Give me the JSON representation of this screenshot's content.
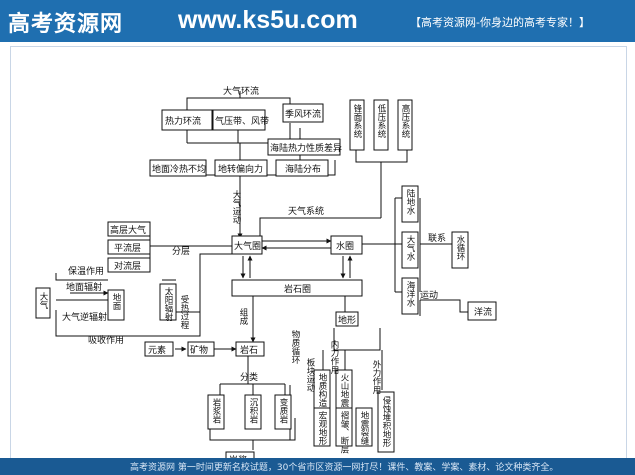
{
  "banner": {
    "logo_text": "高考资源网",
    "url": "www.ks5u.com",
    "slogan": "【高考资源网-你身边的高考专家！】"
  },
  "footer": {
    "text": "高考资源网  第一时间更新名校试题，30个省市区资源一网打尽！课件、教案、学案、素材、论文种类齐全。"
  },
  "colors": {
    "banner": "#1f6fb0",
    "footer": "#1a5a93",
    "line": "#111111"
  },
  "diagram": {
    "top_label": "大气环流",
    "thermal": "热力环流",
    "pressure_belt": "气压带、风带",
    "monsoon": "季风环流",
    "sea_land_diff": "海陆热力性质差异",
    "uneven_heat": "地面冷热不均",
    "coriolis": "地转偏向力",
    "sea_land_dist": "海陆分布",
    "air_motion": "大气运动",
    "weather_system": "天气系统",
    "front": "锋面系统",
    "low": "低压系统",
    "high": "高压系统",
    "upper": "高层大气",
    "stratosphere": "平流层",
    "troposphere": "对流层",
    "layering": "分层",
    "atmosphere": "大气圈",
    "hydrosphere": "水圈",
    "land_water": "陆地水",
    "atmos_water": "大气水",
    "sea_water": "海洋水",
    "link": "联系",
    "water_cycle": "水循环",
    "motion": "运动",
    "current": "洋流",
    "lithosphere": "岩石圈",
    "insulation": "保温作用",
    "ground_radiation": "地面辐射",
    "atmos": "大气",
    "ground": "地面",
    "solar": "太阳辐射",
    "heating": "受热过程",
    "back_radiation": "大气逆辐射",
    "absorption": "吸收作用",
    "element": "元素",
    "mineral": "矿物",
    "rock": "岩石",
    "composition": "组成",
    "material_cycle": "物质循环",
    "landform": "地形",
    "internal": "内力作用",
    "external": "外力作用",
    "plate": "板块运动",
    "structure": "地质构造",
    "volcano": "火山地震",
    "macro": "宏观地形",
    "fold_fault": "褶皱、断层",
    "rift": "地震裂缝",
    "erosion": "侵蚀堆积地形",
    "classify": "分类",
    "igneous": "岩浆岩",
    "sedimentary": "沉积岩",
    "metamorphic": "变质岩",
    "magma": "岩浆"
  }
}
